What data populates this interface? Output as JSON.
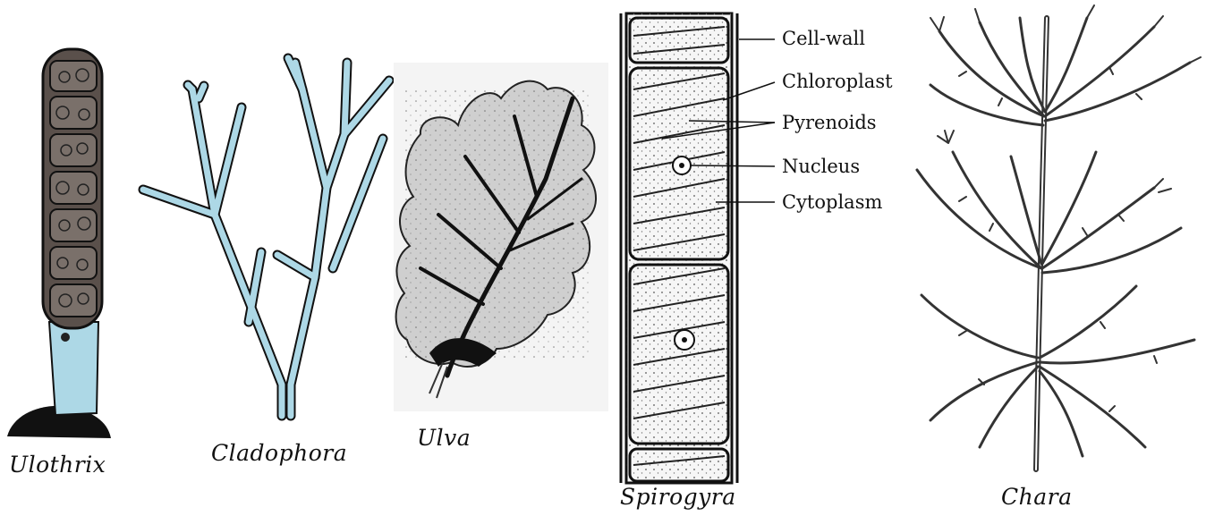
{
  "specimens": [
    {
      "key": "ulothrix",
      "name": "Ulothrix"
    },
    {
      "key": "cladophora",
      "name": "Cladophora"
    },
    {
      "key": "ulva",
      "name": "Ulva"
    },
    {
      "key": "spirogyra",
      "name": "Spirogyra"
    },
    {
      "key": "chara",
      "name": "Chara"
    }
  ],
  "spirogyra_labels": {
    "cell_wall": "Cell-wall",
    "chloroplast": "Chloroplast",
    "pyrenoids": "Pyrenoids",
    "nucleus": "Nucleus",
    "cytoplasm": "Cytoplasm"
  },
  "colors": {
    "filament_blue": "#add8e6",
    "cell_brown": "#5a504b",
    "thallus_grey": "#d8d8d8",
    "ink": "#111111"
  }
}
